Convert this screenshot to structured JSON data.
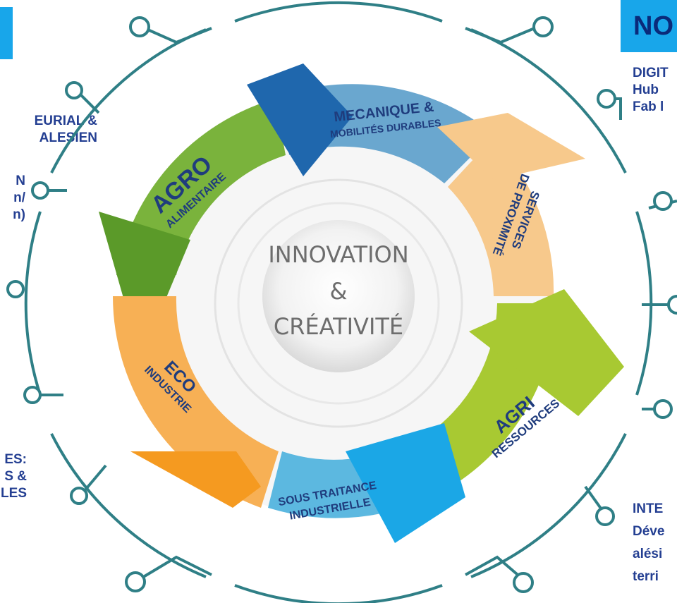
{
  "center": {
    "line1": "INNOVATION",
    "line2": "&",
    "line3": "CRÉATIVITÉ"
  },
  "segments": [
    {
      "id": "agro",
      "label_main": "AGRO",
      "label_sub": "ALIMENTAIRE",
      "color": "#7ab33c"
    },
    {
      "id": "meca",
      "label_main": "MECANIQUE &",
      "label_sub": "MOBILITÉS DURABLES",
      "color": "#1f67ad"
    },
    {
      "id": "services",
      "label_main": "SERVICES",
      "label_sub": "DE PROXIMITÉ",
      "color": "#f7c98c"
    },
    {
      "id": "agri",
      "label_main": "AGRI",
      "label_sub": "RESSOURCES",
      "color": "#a8c932"
    },
    {
      "id": "sous",
      "label_main": "SOUS TRAITANCE",
      "label_sub": "INDUSTRIELLE",
      "color": "#1ba7e6"
    },
    {
      "id": "eco",
      "label_main": "ECO",
      "label_sub": "INDUSTRIE",
      "color": "#f59a20"
    }
  ],
  "badges": {
    "left": "",
    "right": "NO"
  },
  "left_texts": [
    {
      "id": "left-entrepreneurial",
      "text": "EURIAL &\n ALESIEN"
    },
    {
      "id": "left-paren",
      "text": "N\nn/\nn)"
    },
    {
      "id": "left-es",
      "text": "ES:\nS &\nLES"
    }
  ],
  "right_texts": [
    {
      "id": "right-digit",
      "text": "DIGIT\nHub\nFab l"
    },
    {
      "id": "right-inte",
      "text": "INTE\nDéve\nalési\nterri"
    }
  ],
  "colors": {
    "ring": "#2f7f86",
    "badge": "#18a6ea",
    "text": "#243f92"
  }
}
